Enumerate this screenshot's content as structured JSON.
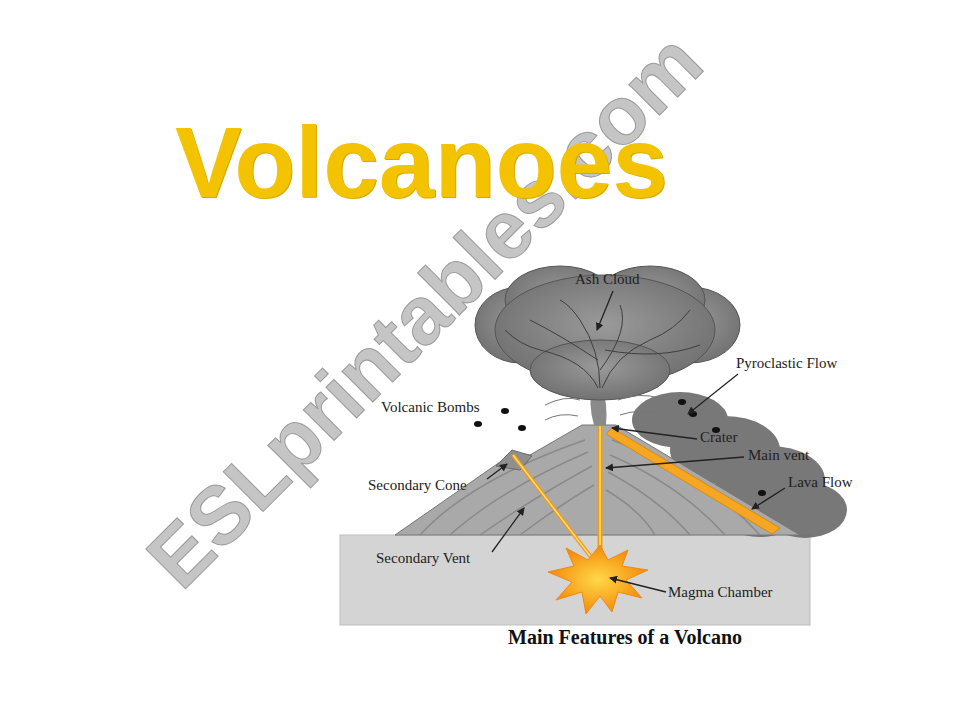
{
  "diagram": {
    "title": "Volcanoes",
    "caption": "Main Features of a Volcano",
    "labels": [
      "Ash Cloud",
      "Pyroclastic Flow",
      "Volcanic Bombs",
      "Crater",
      "Main vent",
      "Secondary Cone",
      "Lava Flow",
      "Secondary Vent",
      "Magma Chamber",
      "ESLprintables.com"
    ]
  }
}
